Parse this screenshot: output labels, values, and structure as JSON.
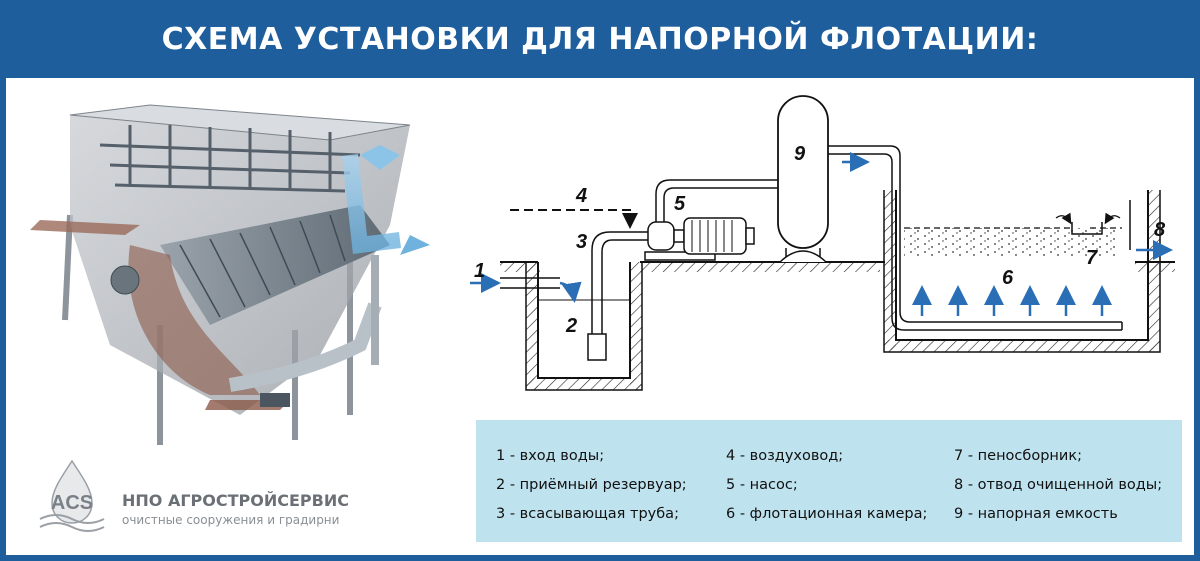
{
  "header": {
    "title": "СХЕМА УСТАНОВКИ ДЛЯ НАПОРНОЙ ФЛОТАЦИИ:"
  },
  "diagram": {
    "labels": {
      "n1": "1",
      "n2": "2",
      "n3": "3",
      "n4": "4",
      "n5": "5",
      "n6": "6",
      "n7": "7",
      "n8": "8",
      "n9": "9"
    }
  },
  "legend": {
    "col1": [
      "1 - вход воды;",
      "2 - приёмный резервуар;",
      "3 - всасывающая труба;"
    ],
    "col2": [
      "4 - воздуховод;",
      "5 - насос;",
      "6 - флотационная камера;"
    ],
    "col3": [
      "7 - пеносборник;",
      "8 - отвод очищенной воды;",
      "9 - напорная емкость"
    ]
  },
  "logo": {
    "mark": "ACS",
    "name": "НПО АГРОСТРОЙСЕРВИС",
    "tagline": "очистные сооружения и градирни"
  },
  "colors": {
    "header": "#1f5e9c",
    "legend_bg": "#bfe2ef",
    "arrow": "#2a6fb5"
  }
}
